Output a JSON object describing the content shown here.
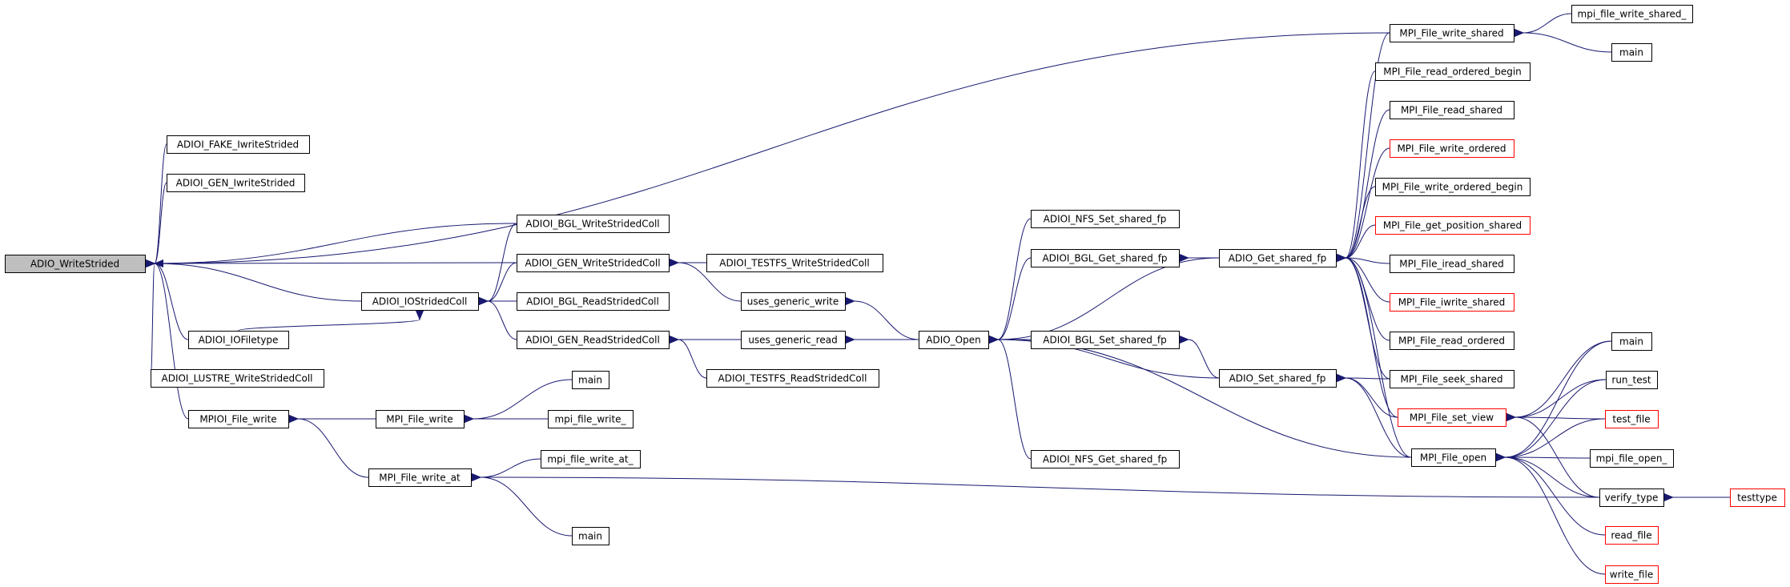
{
  "graph": {
    "edge_color": "#191970",
    "node_border": "#000000",
    "node_border_incomplete": "#ff0000",
    "root_fill": "#bfbfbf",
    "node_fill": "#ffffff",
    "nodes": [
      {
        "id": "n0",
        "label": "ADIO_WriteStrided",
        "root": true
      },
      {
        "id": "n1",
        "label": "ADIOI_FAKE_IwriteStrided"
      },
      {
        "id": "n2",
        "label": "ADIOI_GEN_IwriteStrided"
      },
      {
        "id": "n3",
        "label": "ADIOI_BGL_WriteStridedColl"
      },
      {
        "id": "n4",
        "label": "ADIOI_GEN_WriteStridedColl"
      },
      {
        "id": "n5",
        "label": "ADIOI_IOStridedColl"
      },
      {
        "id": "n6",
        "label": "ADIOI_IOFiletype"
      },
      {
        "id": "n7",
        "label": "ADIOI_LUSTRE_WriteStridedColl"
      },
      {
        "id": "n8",
        "label": "MPIOI_File_write"
      },
      {
        "id": "n9",
        "label": "ADIOI_BGL_ReadStridedColl"
      },
      {
        "id": "n10",
        "label": "ADIOI_GEN_ReadStridedColl"
      },
      {
        "id": "n11",
        "label": "ADIOI_TESTFS_WriteStridedColl"
      },
      {
        "id": "n12",
        "label": "uses_generic_write"
      },
      {
        "id": "n13",
        "label": "uses_generic_read"
      },
      {
        "id": "n14",
        "label": "ADIOI_TESTFS_ReadStridedColl"
      },
      {
        "id": "n15",
        "label": "MPI_File_write"
      },
      {
        "id": "n16",
        "label": "MPI_File_write_at"
      },
      {
        "id": "n17",
        "label": "main"
      },
      {
        "id": "n18",
        "label": "mpi_file_write_"
      },
      {
        "id": "n19",
        "label": "mpi_file_write_at_"
      },
      {
        "id": "n20",
        "label": "main"
      },
      {
        "id": "n21",
        "label": "ADIO_Open"
      },
      {
        "id": "n22",
        "label": "ADIOI_NFS_Set_shared_fp"
      },
      {
        "id": "n23",
        "label": "ADIOI_BGL_Get_shared_fp"
      },
      {
        "id": "n24",
        "label": "ADIOI_BGL_Set_shared_fp"
      },
      {
        "id": "n25",
        "label": "ADIOI_NFS_Get_shared_fp"
      },
      {
        "id": "n26",
        "label": "ADIO_Get_shared_fp"
      },
      {
        "id": "n27",
        "label": "ADIO_Set_shared_fp"
      },
      {
        "id": "n28",
        "label": "MPI_File_write_shared"
      },
      {
        "id": "n29",
        "label": "MPI_File_read_ordered_begin"
      },
      {
        "id": "n30",
        "label": "MPI_File_read_shared"
      },
      {
        "id": "n31",
        "label": "MPI_File_write_ordered",
        "incomplete": true
      },
      {
        "id": "n32",
        "label": "MPI_File_write_ordered_begin"
      },
      {
        "id": "n33",
        "label": "MPI_File_get_position_shared",
        "incomplete": true
      },
      {
        "id": "n34",
        "label": "MPI_File_iread_shared"
      },
      {
        "id": "n35",
        "label": "MPI_File_iwrite_shared",
        "incomplete": true
      },
      {
        "id": "n36",
        "label": "MPI_File_read_ordered"
      },
      {
        "id": "n37",
        "label": "MPI_File_seek_shared"
      },
      {
        "id": "n38",
        "label": "MPI_File_set_view",
        "incomplete": true
      },
      {
        "id": "n39",
        "label": "MPI_File_open"
      },
      {
        "id": "n40",
        "label": "mpi_file_write_shared_"
      },
      {
        "id": "n41",
        "label": "main"
      },
      {
        "id": "n42",
        "label": "main"
      },
      {
        "id": "n43",
        "label": "run_test"
      },
      {
        "id": "n44",
        "label": "test_file",
        "incomplete": true
      },
      {
        "id": "n45",
        "label": "mpi_file_open_"
      },
      {
        "id": "n46",
        "label": "verify_type"
      },
      {
        "id": "n47",
        "label": "read_file",
        "incomplete": true
      },
      {
        "id": "n48",
        "label": "write_file",
        "incomplete": true
      },
      {
        "id": "n49",
        "label": "testtype",
        "incomplete": true
      }
    ],
    "edges": [
      [
        "n0",
        "n1"
      ],
      [
        "n0",
        "n2"
      ],
      [
        "n0",
        "n3"
      ],
      [
        "n0",
        "n4"
      ],
      [
        "n0",
        "n5"
      ],
      [
        "n0",
        "n6"
      ],
      [
        "n0",
        "n7"
      ],
      [
        "n0",
        "n8"
      ],
      [
        "n0",
        "n28"
      ],
      [
        "n5",
        "n3"
      ],
      [
        "n5",
        "n4"
      ],
      [
        "n5",
        "n6"
      ],
      [
        "n5",
        "n9"
      ],
      [
        "n5",
        "n10"
      ],
      [
        "n4",
        "n11"
      ],
      [
        "n4",
        "n12"
      ],
      [
        "n10",
        "n13"
      ],
      [
        "n10",
        "n14"
      ],
      [
        "n8",
        "n15"
      ],
      [
        "n8",
        "n16"
      ],
      [
        "n15",
        "n17"
      ],
      [
        "n15",
        "n18"
      ],
      [
        "n16",
        "n19"
      ],
      [
        "n16",
        "n20"
      ],
      [
        "n16",
        "n46"
      ],
      [
        "n12",
        "n21"
      ],
      [
        "n13",
        "n21"
      ],
      [
        "n21",
        "n22"
      ],
      [
        "n21",
        "n23"
      ],
      [
        "n21",
        "n24"
      ],
      [
        "n21",
        "n25"
      ],
      [
        "n21",
        "n26"
      ],
      [
        "n21",
        "n27"
      ],
      [
        "n21",
        "n39"
      ],
      [
        "n23",
        "n26"
      ],
      [
        "n24",
        "n27"
      ],
      [
        "n26",
        "n28"
      ],
      [
        "n26",
        "n29"
      ],
      [
        "n26",
        "n30"
      ],
      [
        "n26",
        "n31"
      ],
      [
        "n26",
        "n32"
      ],
      [
        "n26",
        "n33"
      ],
      [
        "n26",
        "n34"
      ],
      [
        "n26",
        "n35"
      ],
      [
        "n26",
        "n36"
      ],
      [
        "n26",
        "n37"
      ],
      [
        "n26",
        "n38"
      ],
      [
        "n26",
        "n39"
      ],
      [
        "n27",
        "n37"
      ],
      [
        "n27",
        "n38"
      ],
      [
        "n27",
        "n39"
      ],
      [
        "n28",
        "n40"
      ],
      [
        "n28",
        "n41"
      ],
      [
        "n38",
        "n42"
      ],
      [
        "n38",
        "n43"
      ],
      [
        "n38",
        "n44"
      ],
      [
        "n38",
        "n46"
      ],
      [
        "n39",
        "n42"
      ],
      [
        "n39",
        "n43"
      ],
      [
        "n39",
        "n44"
      ],
      [
        "n39",
        "n45"
      ],
      [
        "n39",
        "n46"
      ],
      [
        "n39",
        "n47"
      ],
      [
        "n39",
        "n48"
      ],
      [
        "n46",
        "n49"
      ]
    ]
  }
}
